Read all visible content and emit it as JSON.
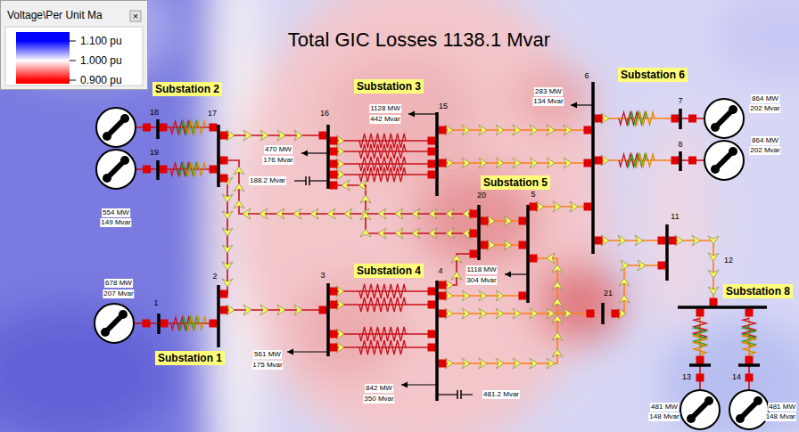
{
  "diagram": {
    "title": "Total GIC Losses 1138.1 Mvar",
    "nodes": [
      {
        "text": [
          "Substation 2"
        ]
      },
      {
        "text": [
          "Substation 3"
        ]
      },
      {
        "text": [
          "Substation 6"
        ]
      },
      {
        "text": [
          "Substation 5"
        ]
      },
      {
        "text": [
          "Substation 4"
        ]
      },
      {
        "text": [
          "Substation 1"
        ]
      },
      {
        "text": [
          "Substation 8"
        ]
      }
    ],
    "labels": [
      "Voltage\\Per Unit Ma",
      "×",
      "18",
      "19",
      "17",
      "16",
      "15",
      "6",
      "7",
      "8",
      "20",
      "5",
      "11",
      "12",
      "21",
      "3",
      "4",
      "2",
      "1",
      "13",
      "14",
      "283 MW",
      "134 Mvar",
      "1128 MW",
      "442 Mvar",
      "470 MW",
      "176 Mvar",
      "188.2 Mvar",
      "554 MW",
      "149 Mvar",
      "678 MW",
      "207 Mvar",
      "864 MW",
      "202 Mvar",
      "864 MW",
      "202 Mvar",
      "1118 MW",
      "304 Mvar",
      "561 MW",
      "175 Mvar",
      "842 MW",
      "350 Mvar",
      "481.2 Mvar",
      "481 MW",
      "148 Mvar",
      "481 MW",
      "148 Mvar"
    ],
    "legend": [
      {
        "text": "1.100 pu",
        "color": "#0000ff"
      },
      {
        "text": "1.000 pu",
        "color": "#ffffff"
      },
      {
        "text": "0.900 pu",
        "color": "#ff0000"
      }
    ]
  }
}
